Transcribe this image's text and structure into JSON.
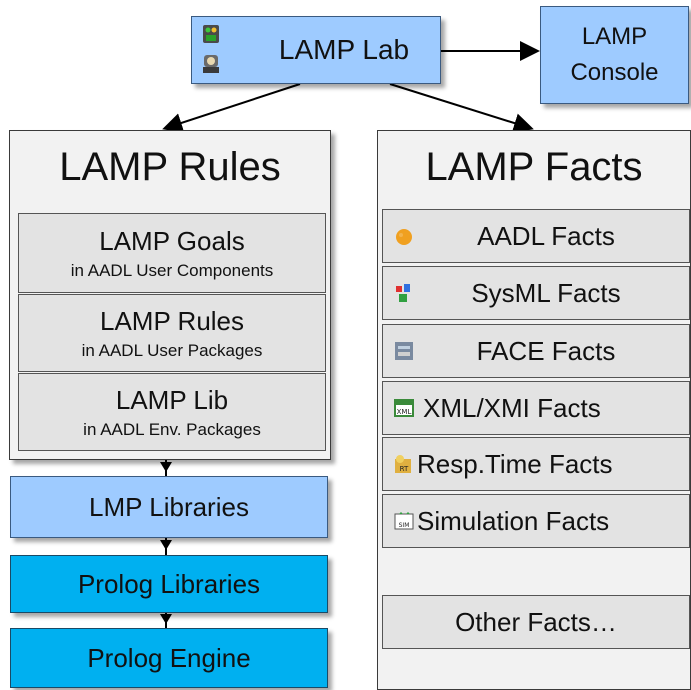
{
  "lab": {
    "label": "LAMP Lab",
    "icons": [
      "traffic-robot-icon",
      "person-robot-icon"
    ]
  },
  "console": {
    "line1": "LAMP",
    "line2": "Console"
  },
  "rules": {
    "title": "LAMP Rules",
    "items": [
      {
        "title": "LAMP Goals",
        "subtitle": "in AADL User Components"
      },
      {
        "title": "LAMP Rules",
        "subtitle": "in AADL User Packages"
      },
      {
        "title": "LAMP Lib",
        "subtitle": "in AADL Env. Packages"
      }
    ]
  },
  "stack": {
    "lmp": "LMP Libraries",
    "prolog_lib": "Prolog Libraries",
    "prolog_engine": "Prolog Engine"
  },
  "facts": {
    "title": "LAMP Facts",
    "items": [
      {
        "label": "AADL Facts",
        "icon": "aadl-icon"
      },
      {
        "label": "SysML Facts",
        "icon": "sysml-icon"
      },
      {
        "label": "FACE Facts",
        "icon": "face-icon"
      },
      {
        "label": "XML/XMI  Facts",
        "icon": "xml-icon"
      },
      {
        "label": "Resp.Time Facts",
        "icon": "resp-time-icon"
      },
      {
        "label": "Simulation Facts",
        "icon": "simulation-icon"
      }
    ],
    "other": "Other Facts…"
  },
  "colors": {
    "light_blue": "#9ecbff",
    "cyan": "#00b0f0",
    "panel_gray": "#f2f2f2",
    "item_gray": "#e3e3e3"
  }
}
